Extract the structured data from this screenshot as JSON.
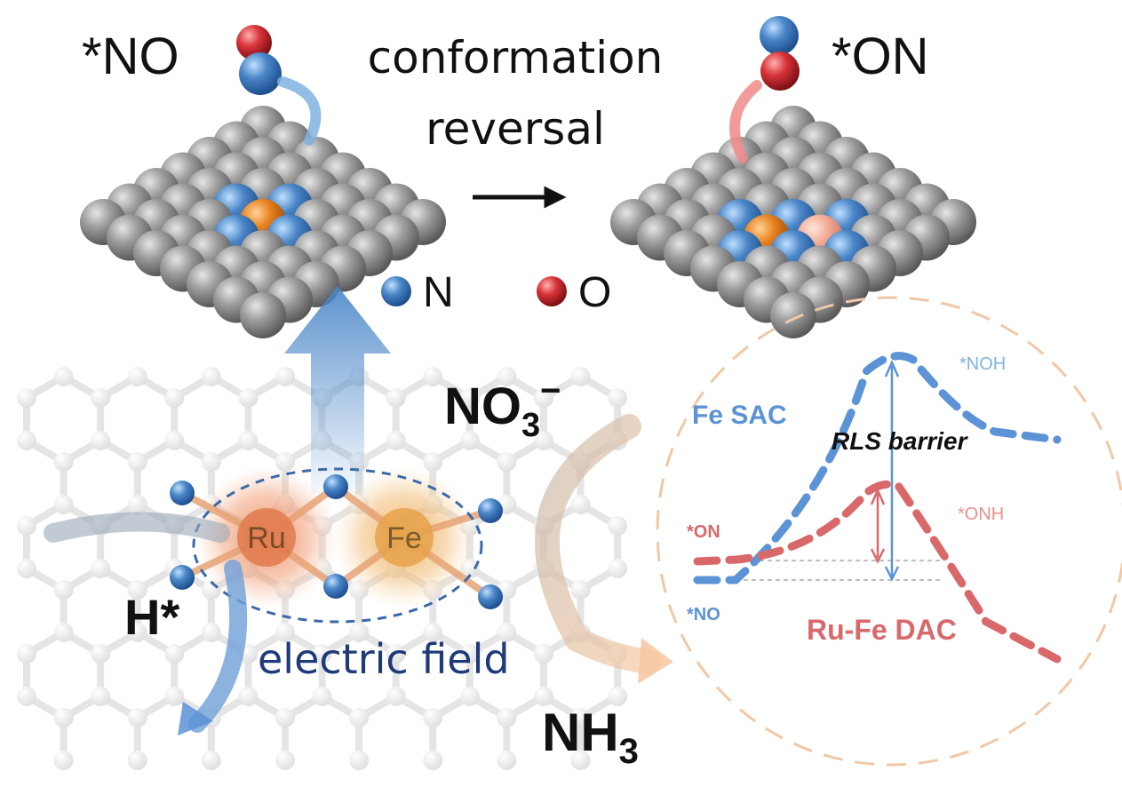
{
  "labels": {
    "star_no": "*NO",
    "star_on": "*ON",
    "conformation": "conformation",
    "reversal": "reversal",
    "legend_n": "N",
    "legend_o": "O",
    "no3": "NO",
    "no3_sub": "3",
    "no3_sup": "−",
    "h_star": "H*",
    "electric_field": "electric field",
    "nh3": "NH",
    "nh3_sub": "3",
    "ru": "Ru",
    "fe": "Fe"
  },
  "energy_profile": {
    "fe_sac": "Fe SAC",
    "ru_fe_dac": "Ru-Fe DAC",
    "rls_barrier": "RLS barrier",
    "noh": "*NOH",
    "onh": "*ONH",
    "on": "*ON",
    "no": "*NO"
  },
  "colors": {
    "nitrogen": "#4a86c8",
    "oxygen": "#d8343a",
    "ruthenium": "#e87c3e",
    "iron": "#e8a23e",
    "support": "#8e8e8e",
    "fe_sac_curve": "#5b93d6",
    "ru_fe_dac_curve": "#d9686a",
    "circle_border": "#f0c8a8",
    "field_text": "#1f3a78"
  }
}
